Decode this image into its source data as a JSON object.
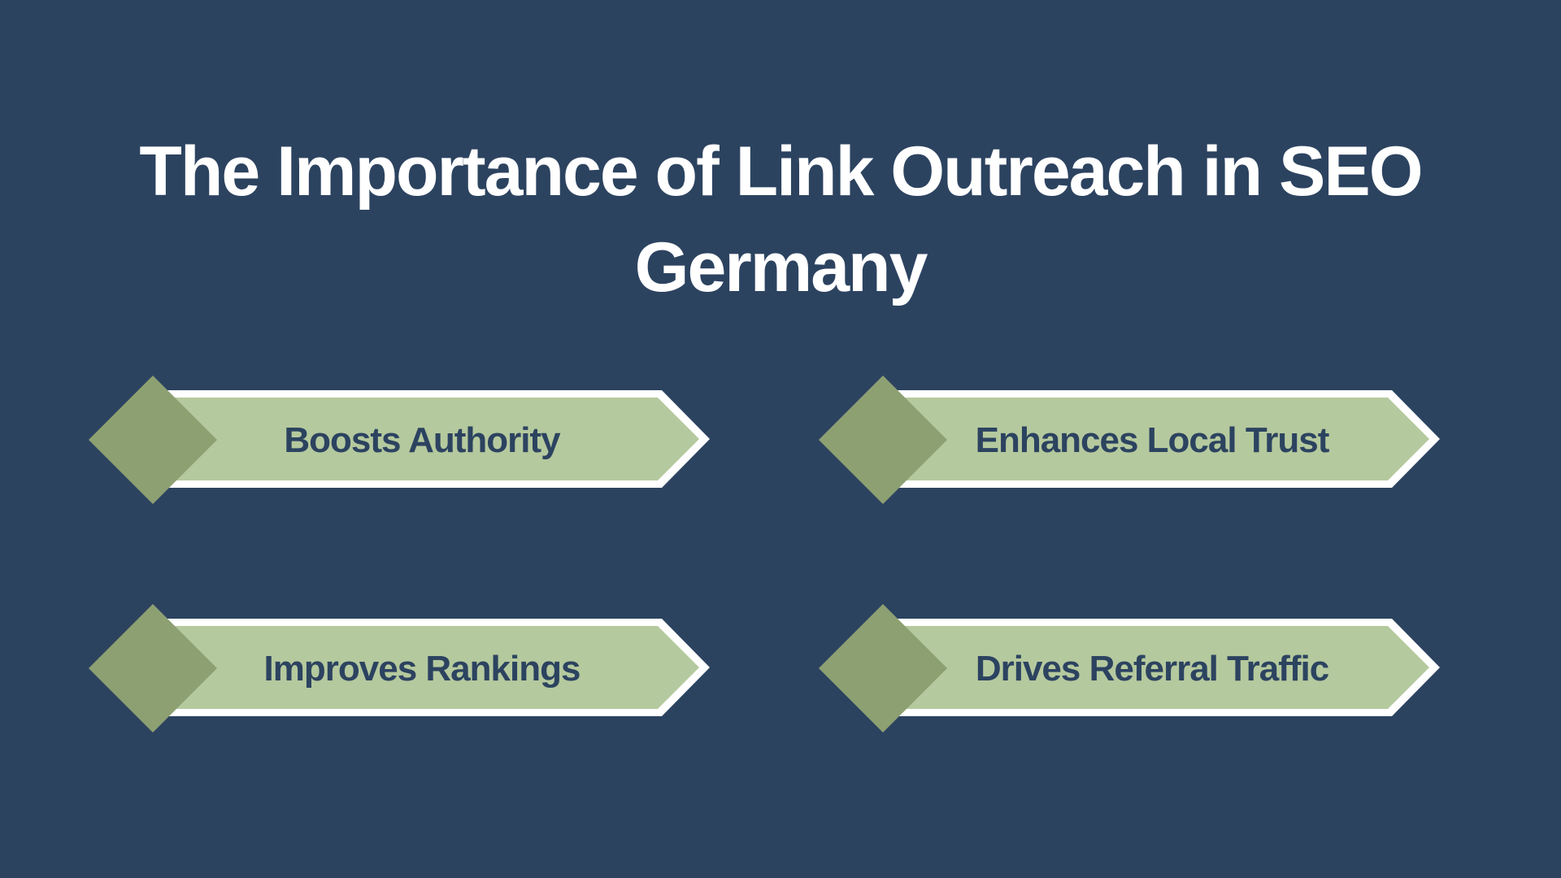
{
  "title": {
    "line1": "The Importance of Link Outreach in SEO",
    "line2": "Germany"
  },
  "items": [
    {
      "label": "Boosts Authority"
    },
    {
      "label": "Enhances Local Trust"
    },
    {
      "label": "Improves Rankings"
    },
    {
      "label": "Drives Referral Traffic"
    }
  ],
  "colors": {
    "background": "#2c4360",
    "banner": "#b5c99e",
    "diamond": "#8da072",
    "outline": "#ffffff",
    "text": "#2c4360"
  }
}
